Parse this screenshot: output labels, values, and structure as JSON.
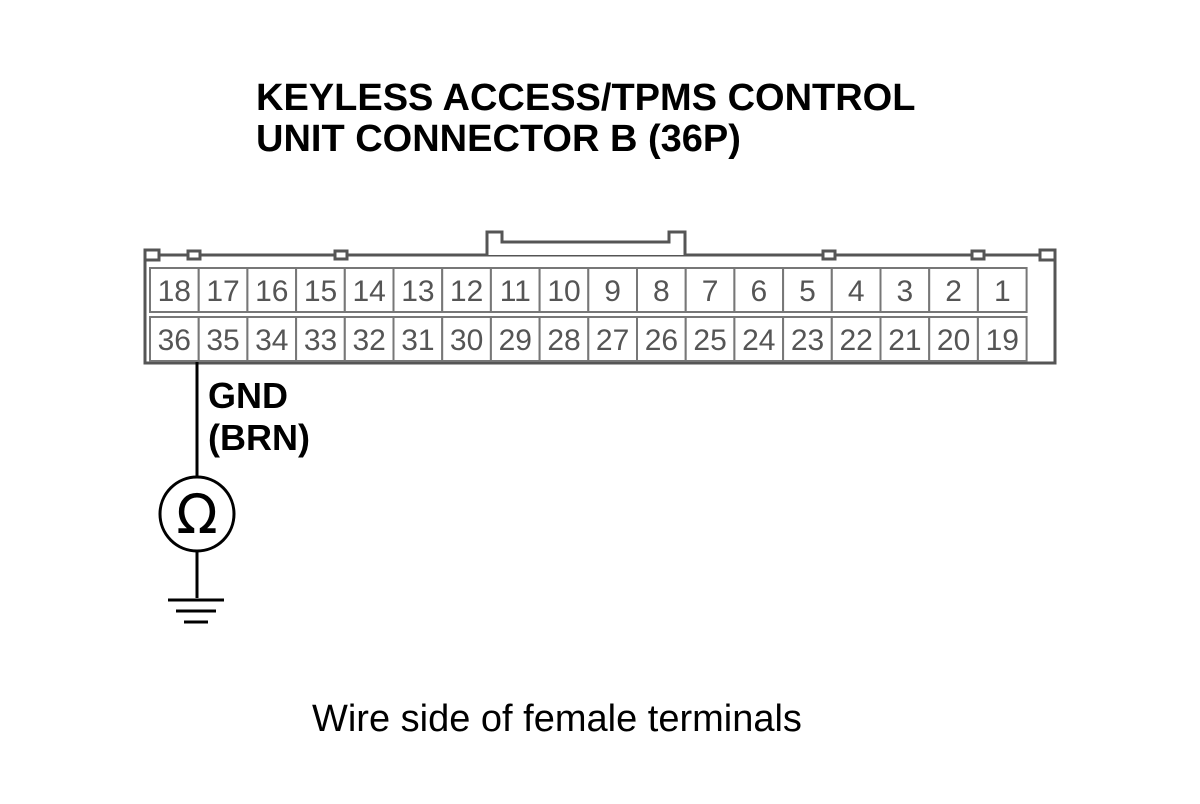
{
  "title": {
    "line1": "KEYLESS ACCESS/TPMS CONTROL",
    "line2": "UNIT CONNECTOR B (36P)"
  },
  "connector": {
    "top_row": [
      "18",
      "17",
      "16",
      "15",
      "14",
      "13",
      "12",
      "11",
      "10",
      "9",
      "8",
      "7",
      "6",
      "5",
      "4",
      "3",
      "2",
      "1"
    ],
    "bottom_row": [
      "36",
      "35",
      "34",
      "33",
      "32",
      "31",
      "30",
      "29",
      "28",
      "27",
      "26",
      "25",
      "24",
      "23",
      "22",
      "21",
      "20",
      "19"
    ]
  },
  "probe": {
    "terminal": "36",
    "signal": "GND",
    "wire_color": "(BRN)",
    "meter_symbol": "Ω",
    "meter_icon": "ohmmeter-icon",
    "ground_icon": "ground-icon"
  },
  "caption": "Wire side of female terminals",
  "colors": {
    "text": "#000000",
    "pin_text": "#555555",
    "outline": "#555555"
  }
}
